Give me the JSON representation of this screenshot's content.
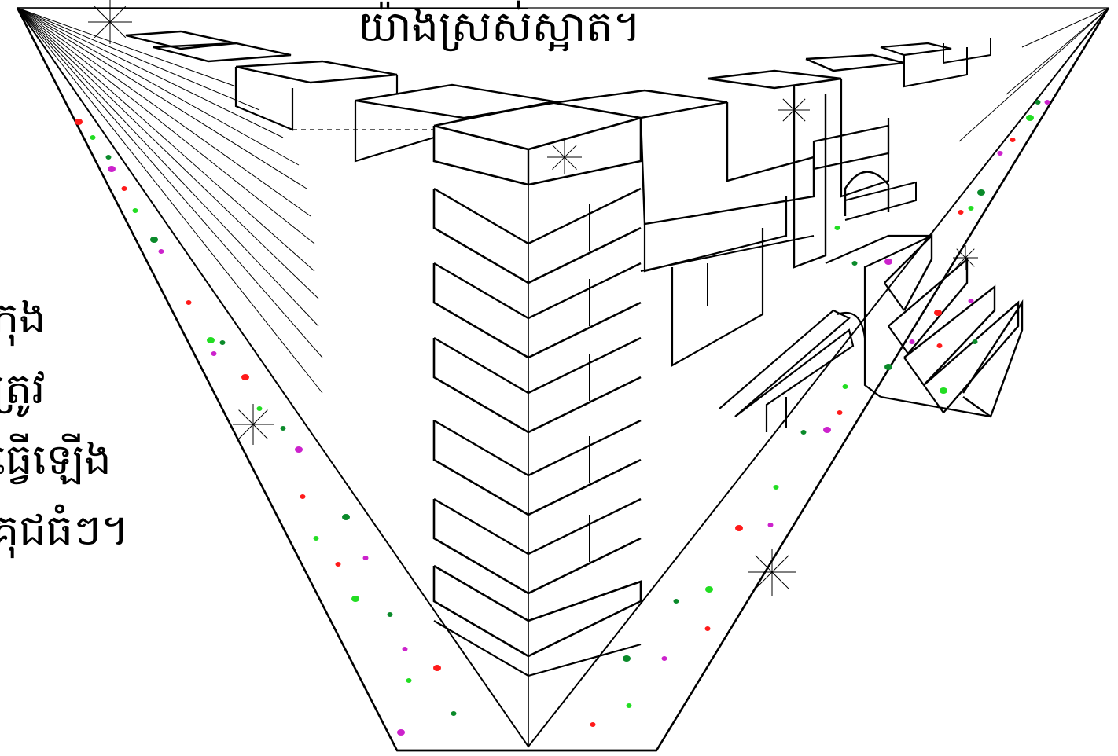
{
  "captions": {
    "top": "យ៉ាងស្រស់ស្អាត។",
    "left_lines": [
      "កុង",
      "ត្រូវ",
      "ធ្វើឡើង",
      "គុជធំៗ។"
    ]
  },
  "colors": {
    "ink": "#000000",
    "background": "#ffffff",
    "dot_red": "#ff1a1a",
    "dot_green": "#22dd22",
    "dot_darkgreen": "#0a8a2a",
    "dot_magenta": "#cc22cc"
  }
}
